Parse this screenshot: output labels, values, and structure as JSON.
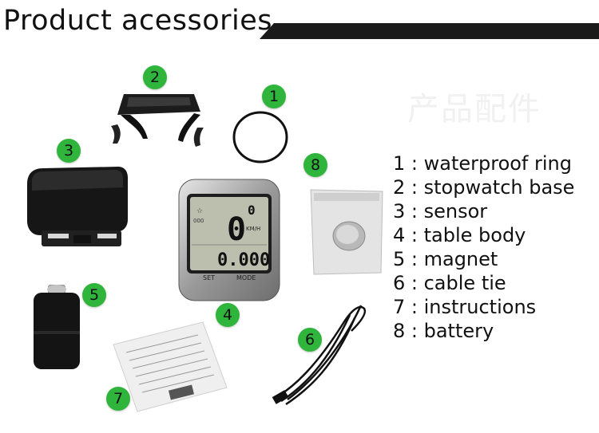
{
  "header": {
    "title": "Product acessories"
  },
  "watermark": "产品配件",
  "badges": [
    "1",
    "2",
    "3",
    "4",
    "5",
    "6",
    "7",
    "8"
  ],
  "device": {
    "set_label": "SET",
    "mode_label": "MODE",
    "speed_unit": "KM/H"
  },
  "legend": [
    "1 : waterproof ring",
    "2 : stopwatch base",
    "3 : sensor",
    "4 : table body",
    "5 : magnet",
    "6 : cable tie",
    "7 : instructions",
    "8 : battery"
  ],
  "colors": {
    "badge": "#2fb53b",
    "header_bar": "#1a1a1a"
  }
}
